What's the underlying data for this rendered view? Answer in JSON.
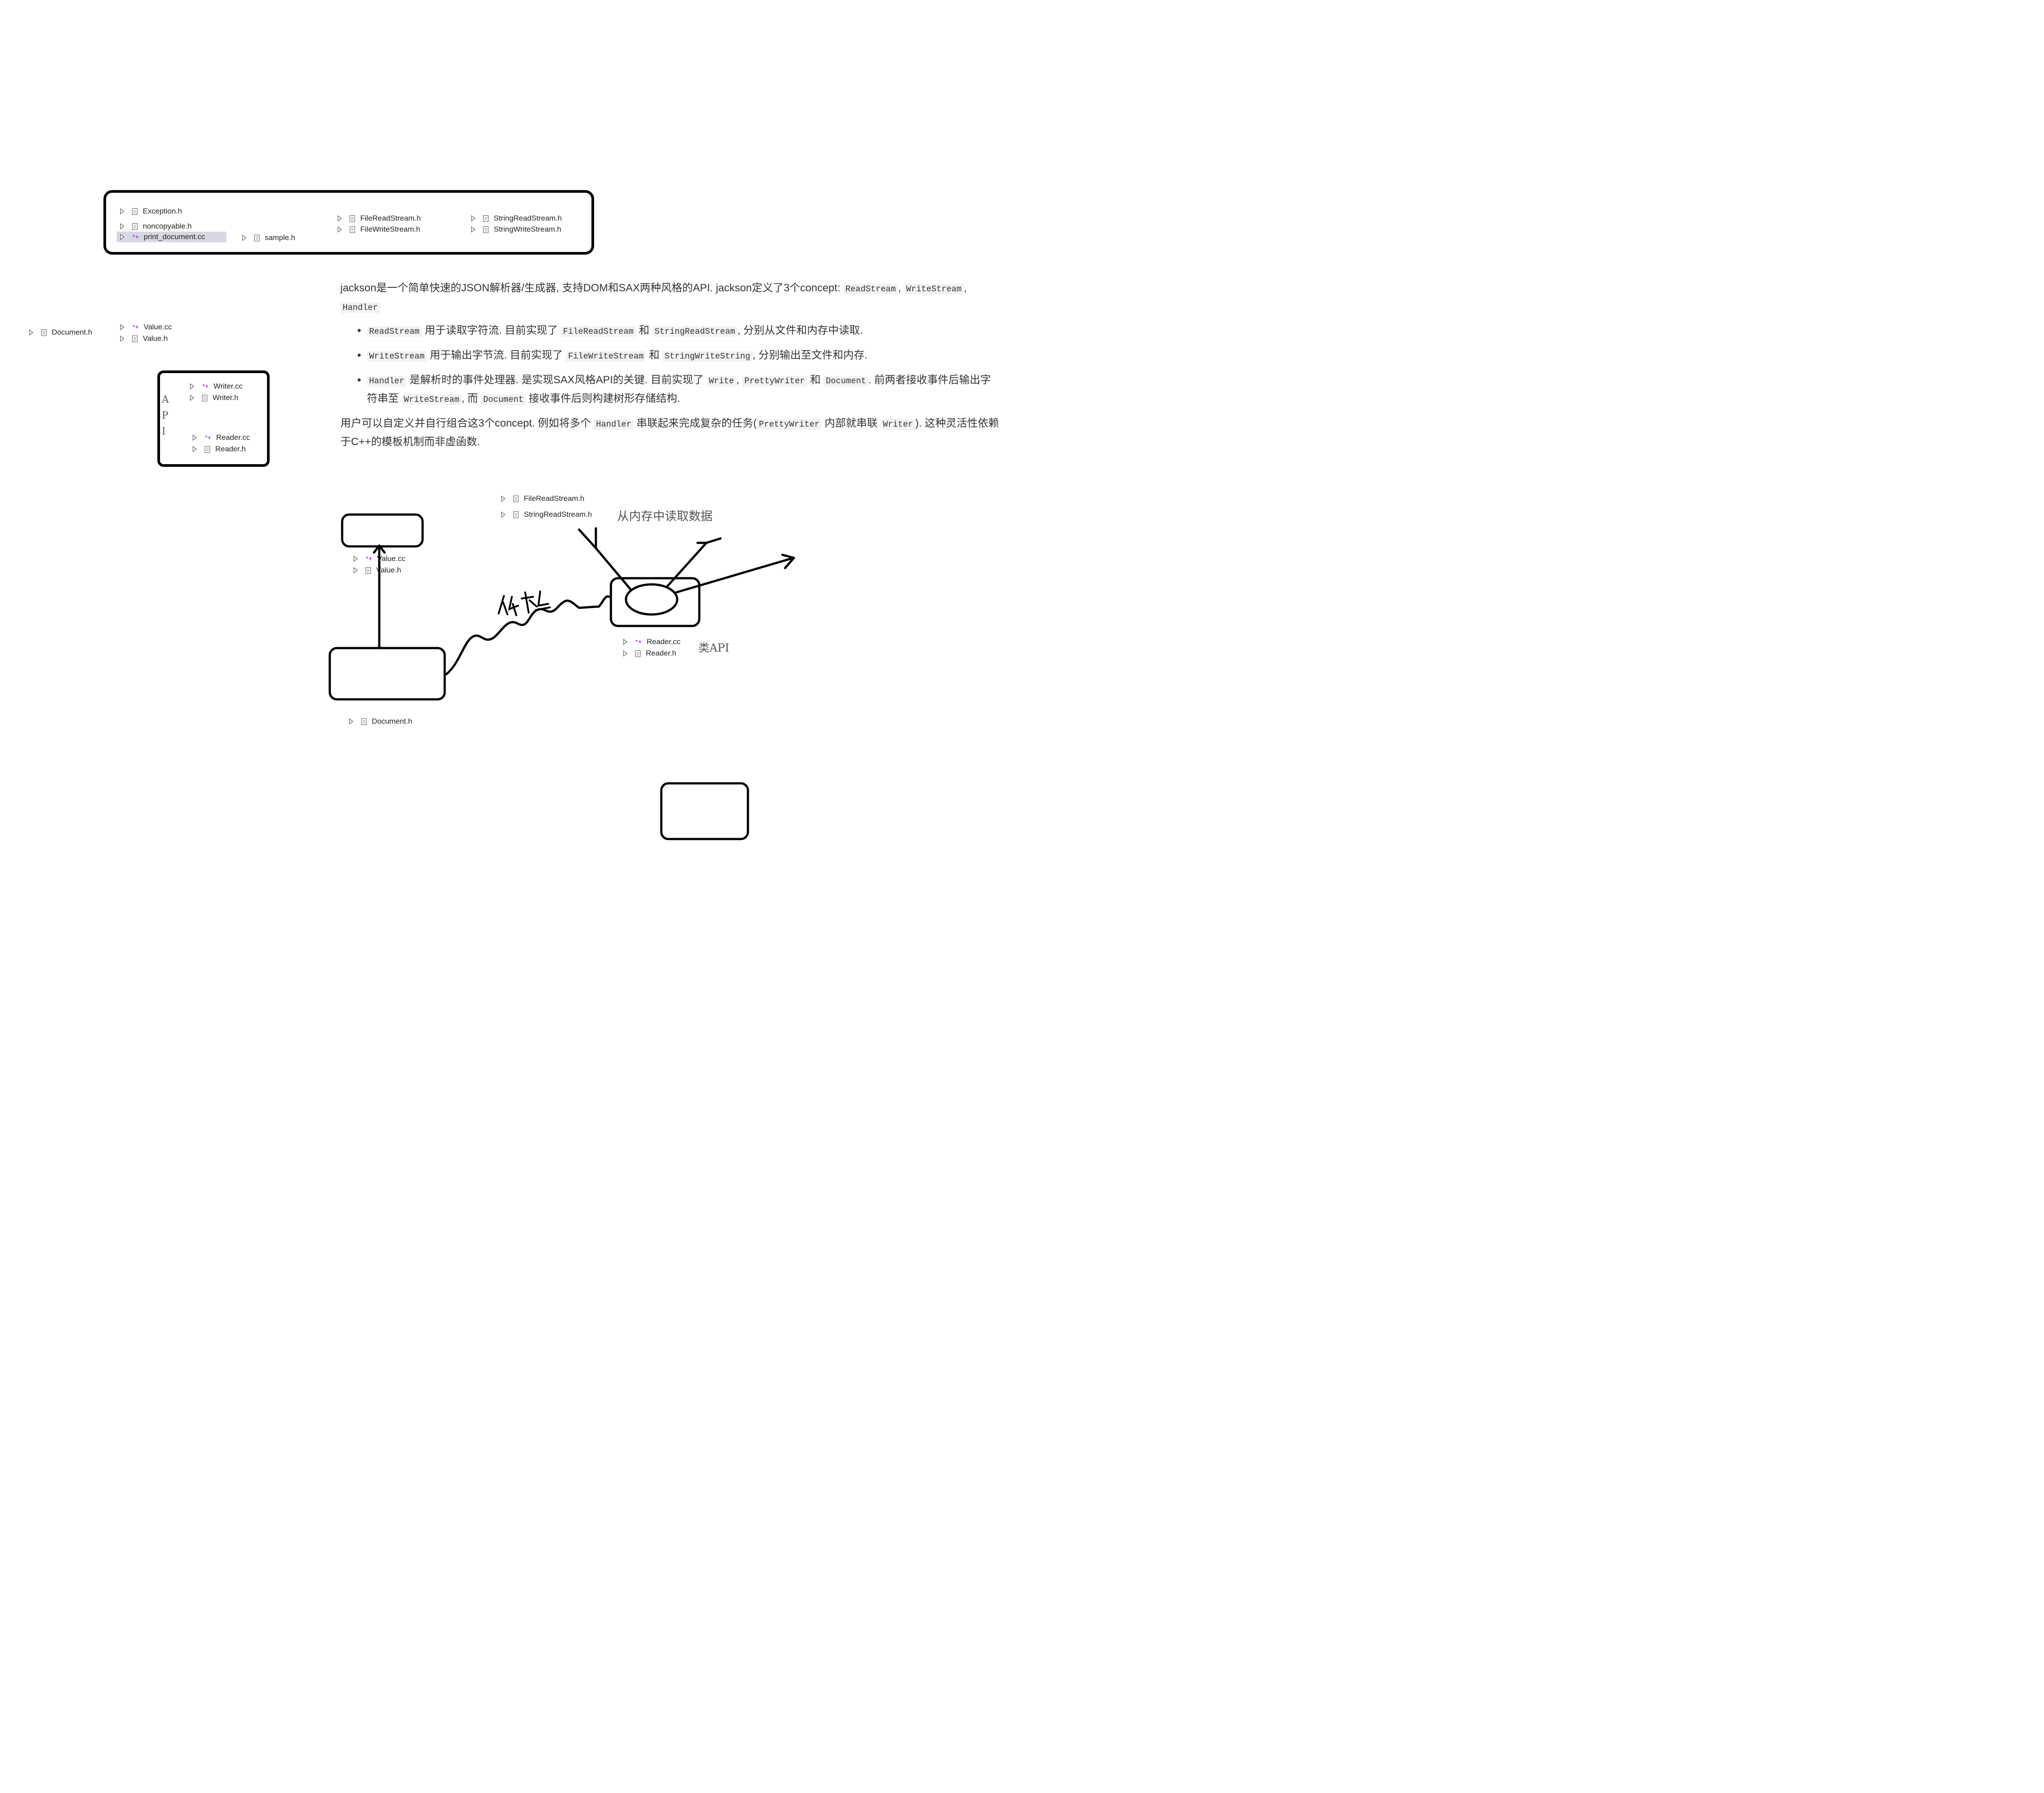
{
  "top_panel": {
    "items": [
      {
        "name": "Exception.h",
        "kind": "header"
      },
      {
        "name": "noncopyable.h",
        "kind": "header"
      },
      {
        "name": "print_document.cc",
        "kind": "source",
        "selected": true
      },
      {
        "name": "sample.h",
        "kind": "header"
      },
      {
        "name": "FileReadStream.h",
        "kind": "header"
      },
      {
        "name": "FileWriteStream.h",
        "kind": "header"
      },
      {
        "name": "StringReadStream.h",
        "kind": "header"
      },
      {
        "name": "StringWriteStream.h",
        "kind": "header"
      }
    ]
  },
  "left_files": {
    "document": "Document.h",
    "value_cc": "Value.cc",
    "value_h": "Value.h"
  },
  "api_box": {
    "label_chars": [
      "A",
      "P",
      "I"
    ],
    "writer_cc": "Writer.cc",
    "writer_h": "Writer.h",
    "reader_cc": "Reader.cc",
    "reader_h": "Reader.h"
  },
  "doc": {
    "intro_text": "jackson是一个简单快速的JSON解析器/生成器, 支持DOM和SAX两种风格的API. jackson定义了3个concept:",
    "intro_code1": "ReadStream",
    "intro_code2": "WriteStream",
    "intro_code3": "Handler",
    "b1_code1": "ReadStream",
    "b1_text1": "用于读取字符流. 目前实现了",
    "b1_code2": "FileReadStream",
    "b1_and": "和",
    "b1_code3": "StringReadStream",
    "b1_text2": ", 分别从文件和内存中读取.",
    "b2_code1": "WriteStream",
    "b2_text1": "用于输出字节流. 目前实现了",
    "b2_code2": "FileWriteStream",
    "b2_and": "和",
    "b2_code3": "StringWriteString",
    "b2_text2": ", 分别输出至文件和内存.",
    "b3_code1": "Handler",
    "b3_text1": "是解析时的事件处理器. 是实现SAX风格API的关键. 目前实现了",
    "b3_code2": "Write",
    "b3_code3": "PrettyWriter",
    "b3_and": "和",
    "b3_code4": "Document",
    "b3_text2": ". 前两者接收事件后输出字符串至",
    "b3_code5": "WriteStream",
    "b3_text3": ", 而",
    "b3_code6": "Document",
    "b3_text4": "接收事件后则构建树形存储结构.",
    "p2_text1": "用户可以自定义并自行组合这3个concept. 例如将多个",
    "p2_code1": "Handler",
    "p2_text2": "串联起来完成复杂的任务(",
    "p2_code2": "PrettyWriter",
    "p2_text3": "内部就串联",
    "p2_code3": "Writer",
    "p2_text4": "). 这种灵活性依赖于C++的模板机制而非虚函数."
  },
  "diagram": {
    "read_streams": [
      "FileReadStream.h",
      "StringReadStream.h"
    ],
    "read_annotation": "从内存中读取数据",
    "value_files": [
      "Value.cc",
      "Value.h"
    ],
    "dependency_label": "依赖",
    "reader_files": [
      "Reader.cc",
      "Reader.h"
    ],
    "reader_annotation": "类API",
    "document_file": "Document.h"
  }
}
